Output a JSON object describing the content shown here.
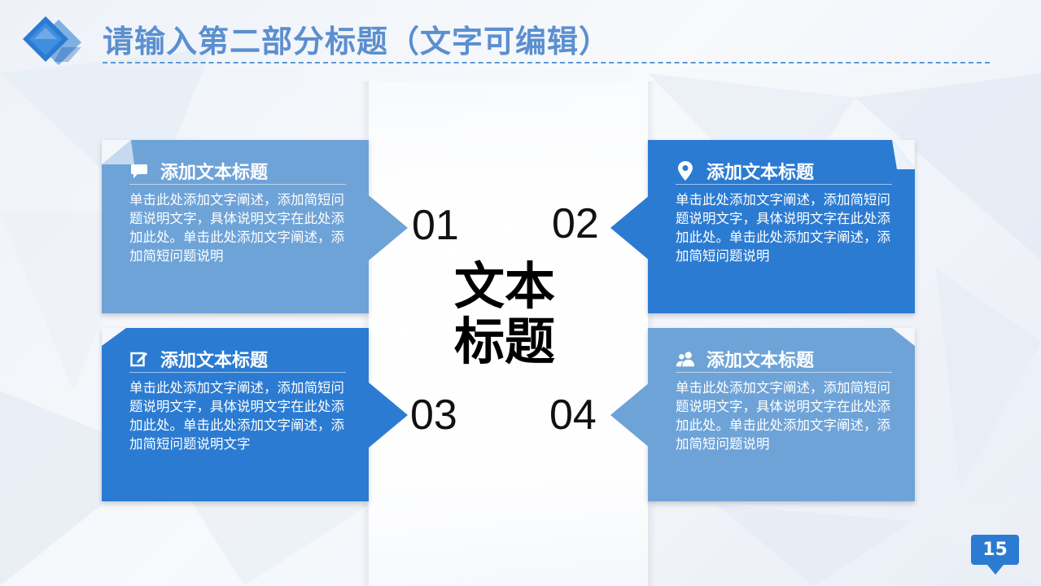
{
  "header": {
    "title": "请输入第二部分标题（文字可编辑）"
  },
  "center": {
    "title_line1": "文本",
    "title_line2": "标题"
  },
  "cards": [
    {
      "number": "01",
      "icon": "chat-bubble-icon",
      "title": "添加文本标题",
      "body": "单击此处添加文字阐述，添加简短问题说明文字，具体说明文字在此处添加此处。单击此处添加文字阐述，添加简短问题说明"
    },
    {
      "number": "02",
      "icon": "location-pin-icon",
      "title": "添加文本标题",
      "body": "单击此处添加文字阐述，添加简短问题说明文字，具体说明文字在此处添加此处。单击此处添加文字阐述，添加简短问题说明"
    },
    {
      "number": "03",
      "icon": "edit-icon",
      "title": "添加文本标题",
      "body": "单击此处添加文字阐述，添加简短问题说明文字，具体说明文字在此处添加此处。单击此处添加文字阐述，添加简短问题说明文字"
    },
    {
      "number": "04",
      "icon": "users-icon",
      "title": "添加文本标题",
      "body": "单击此处添加文字阐述，添加简短问题说明文字，具体说明文字在此处添加此处。单击此处添加文字阐述，添加简短问题说明"
    }
  ],
  "footer": {
    "page_number": "15"
  },
  "colors": {
    "accent_dark": "#2b7bd2",
    "accent_light": "#6ea3d8",
    "title_blue": "#5b8fcf"
  }
}
